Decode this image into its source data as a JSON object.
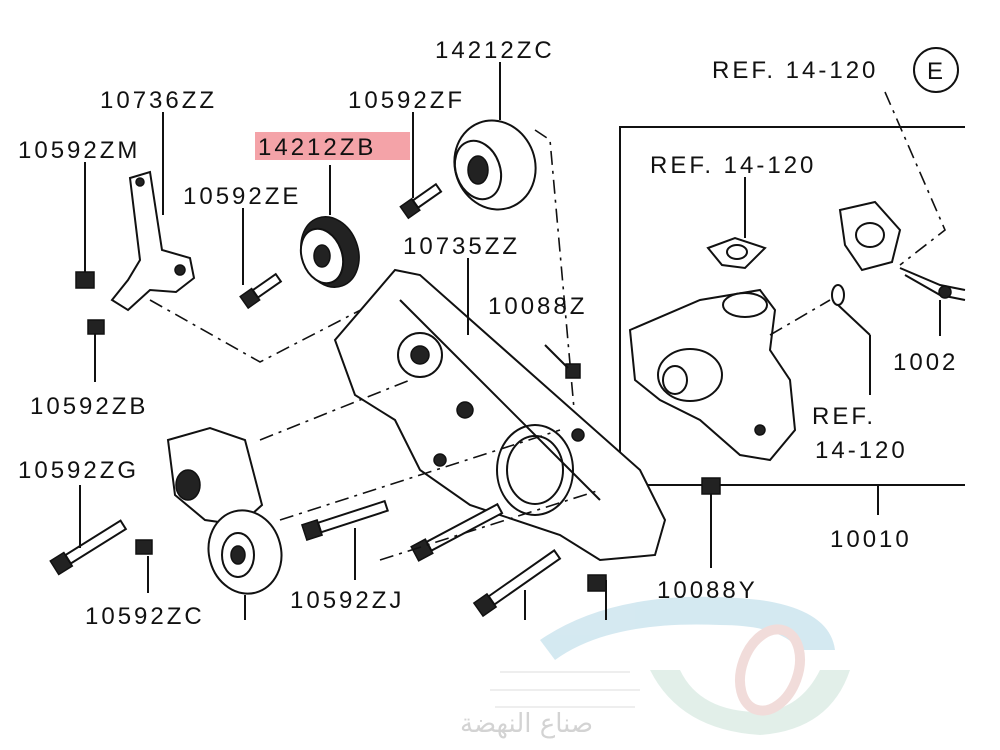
{
  "diagram": {
    "highlight_color": "#f4a3a8",
    "labels": {
      "p14212ZC_top": "14212ZC",
      "ref_e": "REF. 14-120",
      "ref_e_circle": "E",
      "p10736ZZ": "10736ZZ",
      "p10592ZF": "10592ZF",
      "p10592ZM": "10592ZM",
      "p14212ZB": "14212ZB",
      "ref_gasket": "REF. 14-120",
      "p10592ZE": "10592ZE",
      "p10735ZZ": "10735ZZ",
      "p10088Z": "10088Z",
      "p1002": "1002",
      "p10592ZB": "10592ZB",
      "ref_oring_1": "REF.",
      "ref_oring_2": "14-120",
      "p10592ZG": "10592ZG",
      "p10010": "10010",
      "p10088Y": "10088Y",
      "p10592ZJ": "10592ZJ",
      "p10592ZC_bottom": "10592ZC"
    },
    "watermark": {
      "text": "صناع النهضة",
      "colors": [
        "#b9dbe8",
        "#cfe6dc",
        "#e9c6c2"
      ]
    }
  }
}
